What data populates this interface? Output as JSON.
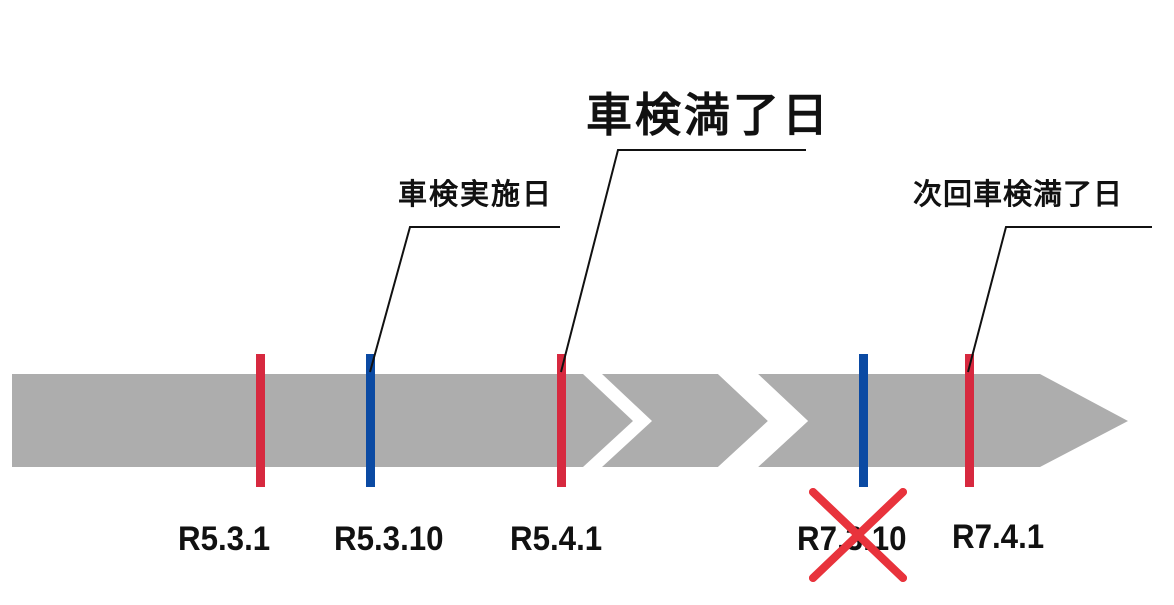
{
  "colors": {
    "arrow": "#adadad",
    "red_marker": "#d7293f",
    "blue_marker": "#0b4aa3",
    "cross": "#e8333c",
    "text": "#111111"
  },
  "callouts": {
    "inspection_date": "車検実施日",
    "expiry_date": "車検満了日",
    "next_expiry_date": "次回車検満了日"
  },
  "dates": {
    "d1": "R5.3.1",
    "d2": "R5.3.10",
    "d3": "R5.4.1",
    "d4": "R7.3.10",
    "d5": "R7.4.1"
  }
}
